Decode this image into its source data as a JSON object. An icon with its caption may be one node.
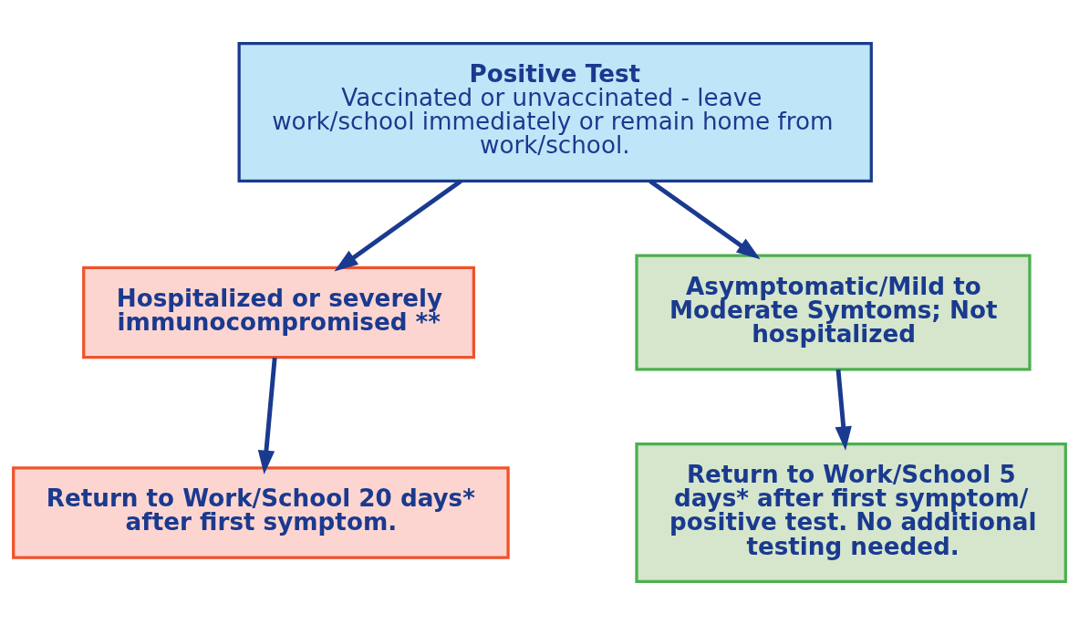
{
  "diagram": {
    "nodes": [
      {
        "text": [
          "Positive Test",
          "Vaccinated or unvaccinated - leave work/school immediately or remain home from work/school."
        ]
      },
      {
        "text": [
          "Hospitalized or severely immunocompromised **"
        ]
      },
      {
        "text": [
          "Asymptomatic/Mild to Moderate Symtoms; Not hospitalized"
        ]
      },
      {
        "text": [
          "Return to Work/School 20 days* after first symptom."
        ]
      },
      {
        "text": [
          "Return to Work/School 5 days* after first symptom/ positive test. No additional testing needed."
        ]
      }
    ],
    "edges": [
      {
        "from": 0,
        "to": 1,
        "arrow": "to"
      },
      {
        "from": 0,
        "to": 2,
        "arrow": "to"
      },
      {
        "from": 1,
        "to": 3,
        "arrow": "to"
      },
      {
        "from": 2,
        "to": 4,
        "arrow": "to"
      }
    ]
  }
}
